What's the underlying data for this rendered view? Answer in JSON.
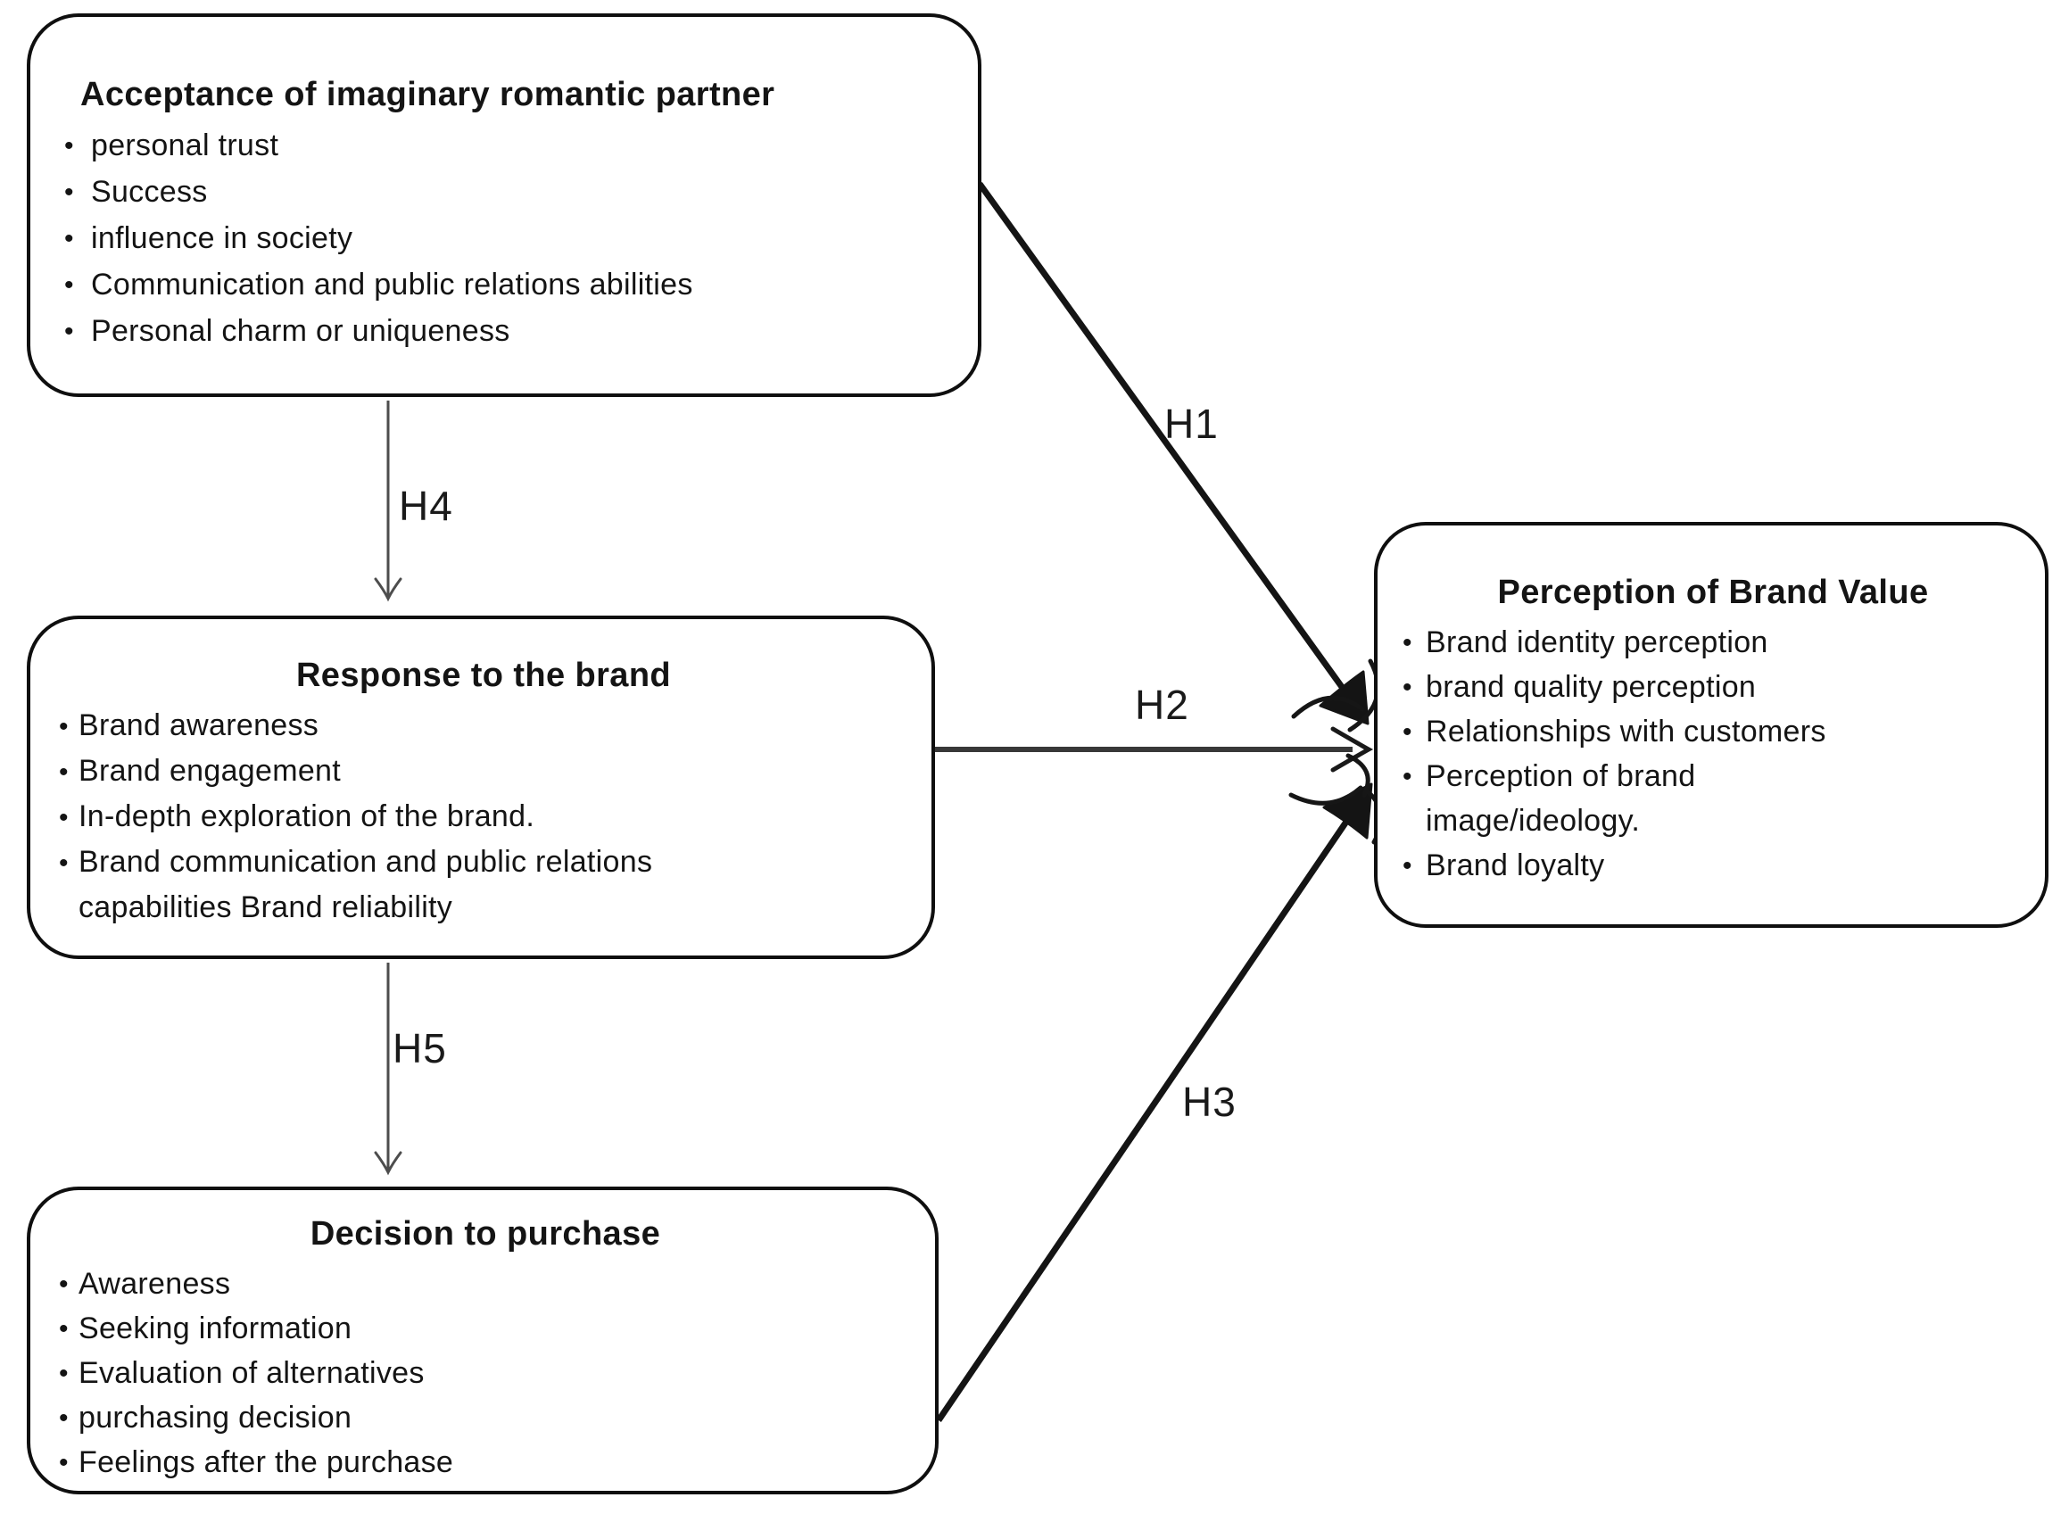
{
  "diagram": {
    "background": "#ffffff",
    "line_color": "#141414",
    "boxes": [
      {
        "id": "acceptance",
        "title": "Acceptance of imaginary romantic partner",
        "bullets": [
          "personal trust",
          "Success",
          "influence in society",
          "Communication and public relations abilities",
          "Personal charm or uniqueness"
        ]
      },
      {
        "id": "response",
        "title": "Response to the brand",
        "bullets": [
          "Brand awareness",
          "Brand engagement",
          "In-depth exploration of the brand.",
          "Brand communication and public relations\ncapabilities Brand reliability"
        ]
      },
      {
        "id": "decision",
        "title": "Decision to purchase",
        "bullets": [
          "Awareness",
          "Seeking information",
          "Evaluation of alternatives",
          "purchasing decision",
          "Feelings after the purchase"
        ]
      },
      {
        "id": "perception",
        "title": "Perception of Brand Value",
        "bullets": [
          "Brand identity perception",
          "brand quality perception",
          "Relationships with customers",
          "Perception of brand\nimage/ideology.",
          "Brand loyalty"
        ]
      }
    ],
    "edges": [
      {
        "label": "H1",
        "from": "acceptance",
        "to": "perception"
      },
      {
        "label": "H2",
        "from": "response",
        "to": "perception"
      },
      {
        "label": "H3",
        "from": "decision",
        "to": "perception"
      },
      {
        "label": "H4",
        "from": "acceptance",
        "to": "response"
      },
      {
        "label": "H5",
        "from": "response",
        "to": "decision"
      }
    ]
  }
}
